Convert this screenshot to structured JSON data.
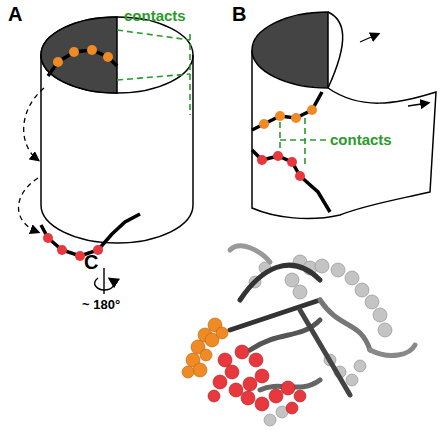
{
  "diagram": {
    "labels": [
      "A",
      "contacts",
      "B",
      "contacts",
      "C",
      "~ 180°"
    ]
  }
}
